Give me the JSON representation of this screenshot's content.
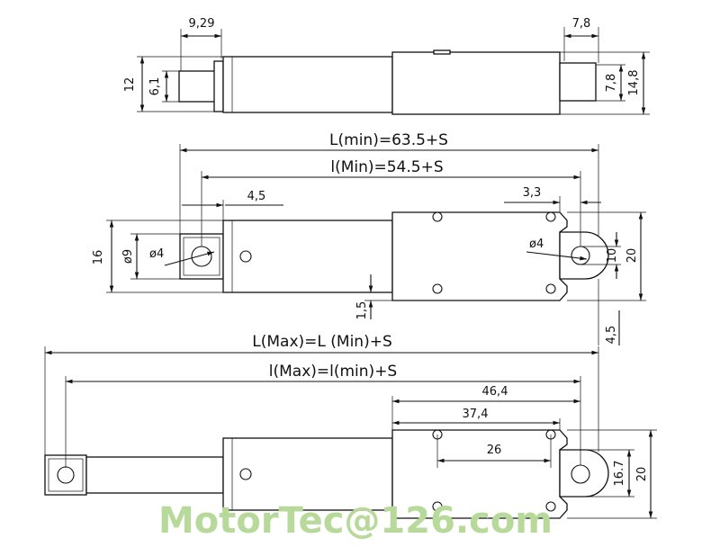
{
  "diagram": {
    "top_view": {
      "dims": {
        "a": "9,29",
        "b": "7,8",
        "c": "12",
        "d": "6,1",
        "e": "7,8",
        "f": "14,8"
      }
    },
    "middle_view": {
      "labels": {
        "lmin_outer": "L(min)=63.5+S",
        "lmin_inner": "l(Min)=54.5+S",
        "d45": "4,5",
        "d33": "3,3",
        "d16": "16",
        "d9": "ø9",
        "phi4_left": "ø4",
        "phi4_right": "ø4",
        "d10": "10",
        "d20": "20",
        "d15": "1,5",
        "d45b": "4,5"
      }
    },
    "bottom_view": {
      "labels": {
        "lmax_outer": "L(Max)=L (Min)+S",
        "lmax_inner": "l(Max)=l(min)+S",
        "d464": "46,4",
        "d374": "37,4",
        "d26": "26",
        "d167": "16.7",
        "d20": "20"
      }
    },
    "watermark": "MotorTec@126.com"
  }
}
